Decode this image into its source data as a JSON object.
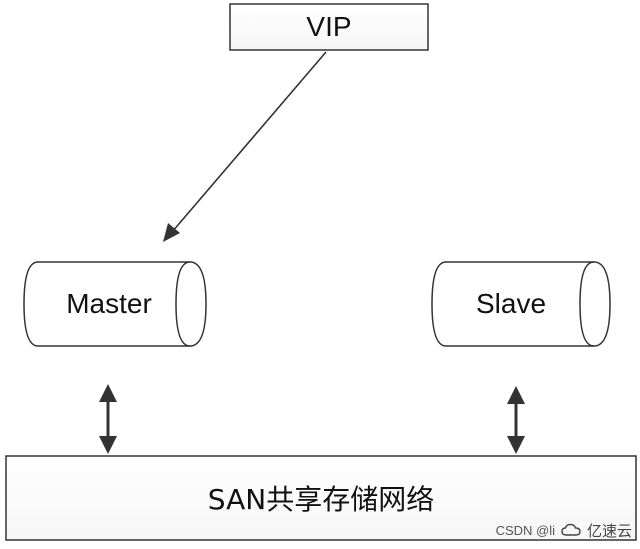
{
  "nodes": {
    "vip": {
      "label": "VIP"
    },
    "master": {
      "label": "Master"
    },
    "slave": {
      "label": "Slave"
    },
    "san": {
      "label": "SAN共享存储网络"
    }
  },
  "watermark": {
    "csdn": "CSDN @li",
    "brand": "亿速云"
  },
  "colors": {
    "box_fill": "#ffffff",
    "stroke": "#333333",
    "arrow": "#333333"
  },
  "icons": [
    "cloud-logo-icon"
  ]
}
